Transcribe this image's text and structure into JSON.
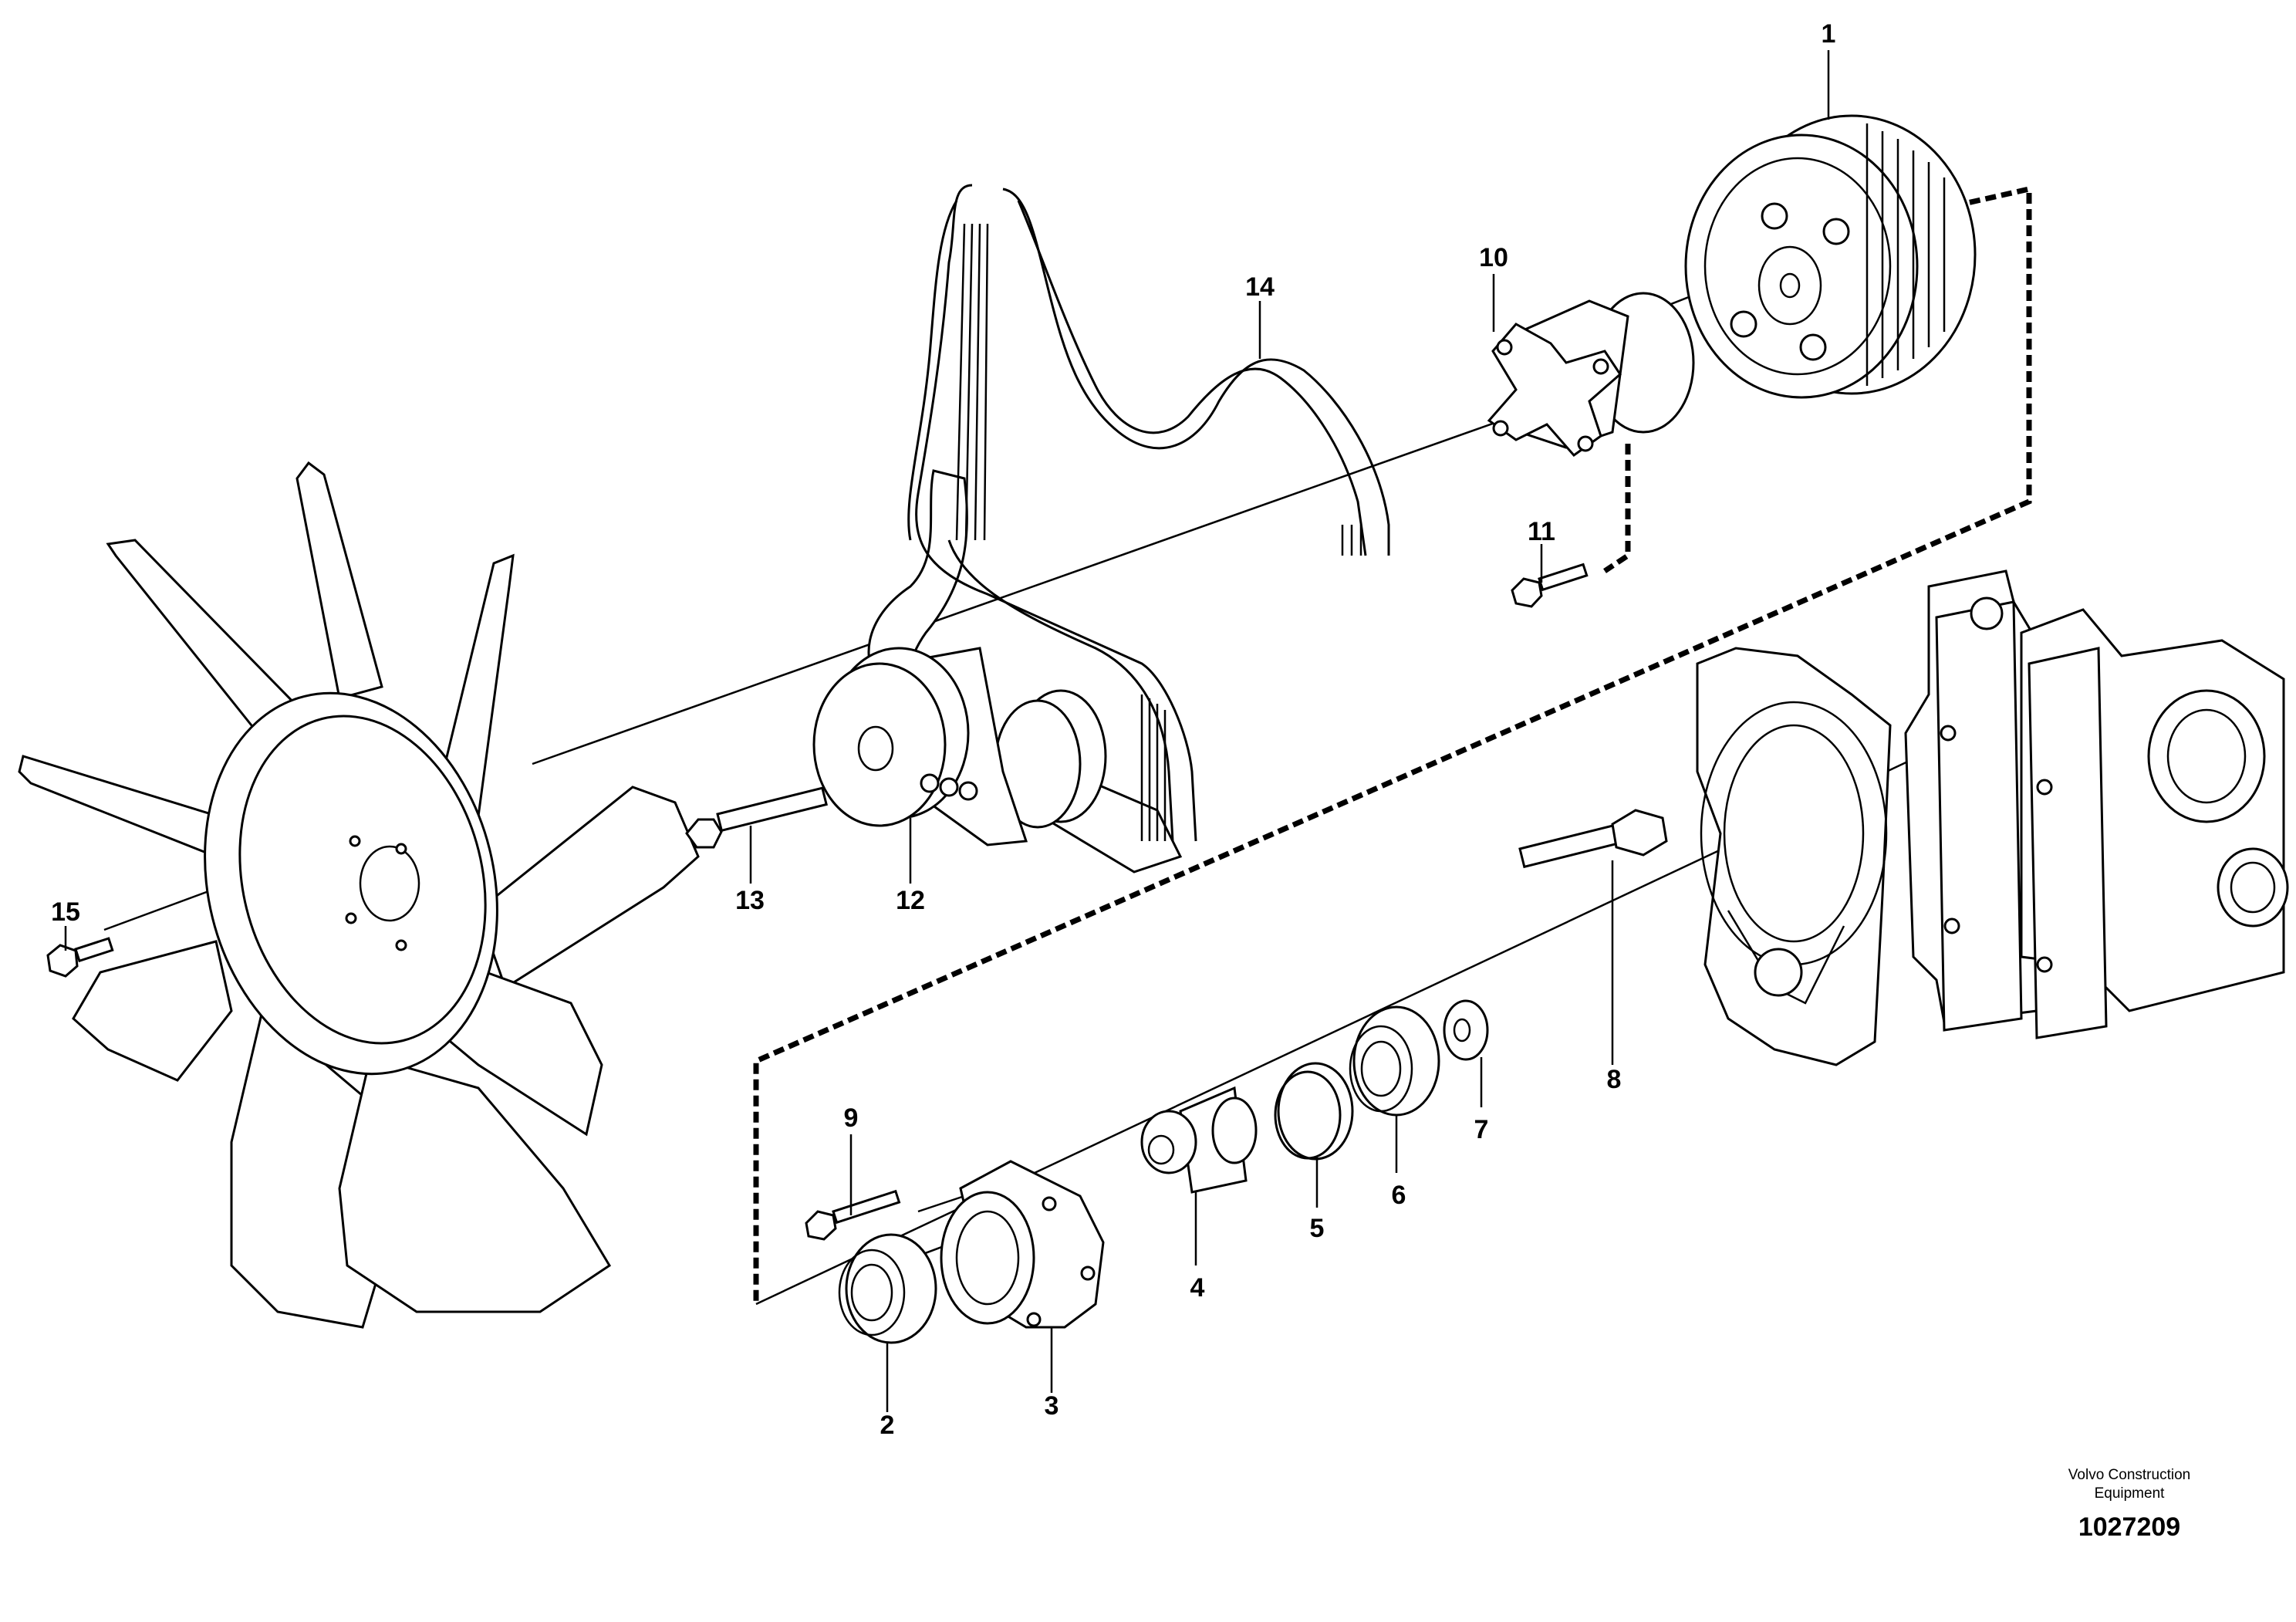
{
  "diagram": {
    "labels": [
      "1",
      "2",
      "3",
      "4",
      "5",
      "6",
      "7",
      "8",
      "9",
      "10",
      "11",
      "12",
      "13",
      "14",
      "15"
    ],
    "credit_line1": "Volvo Construction",
    "credit_line2": "Equipment",
    "drawing_number": "1027209"
  }
}
